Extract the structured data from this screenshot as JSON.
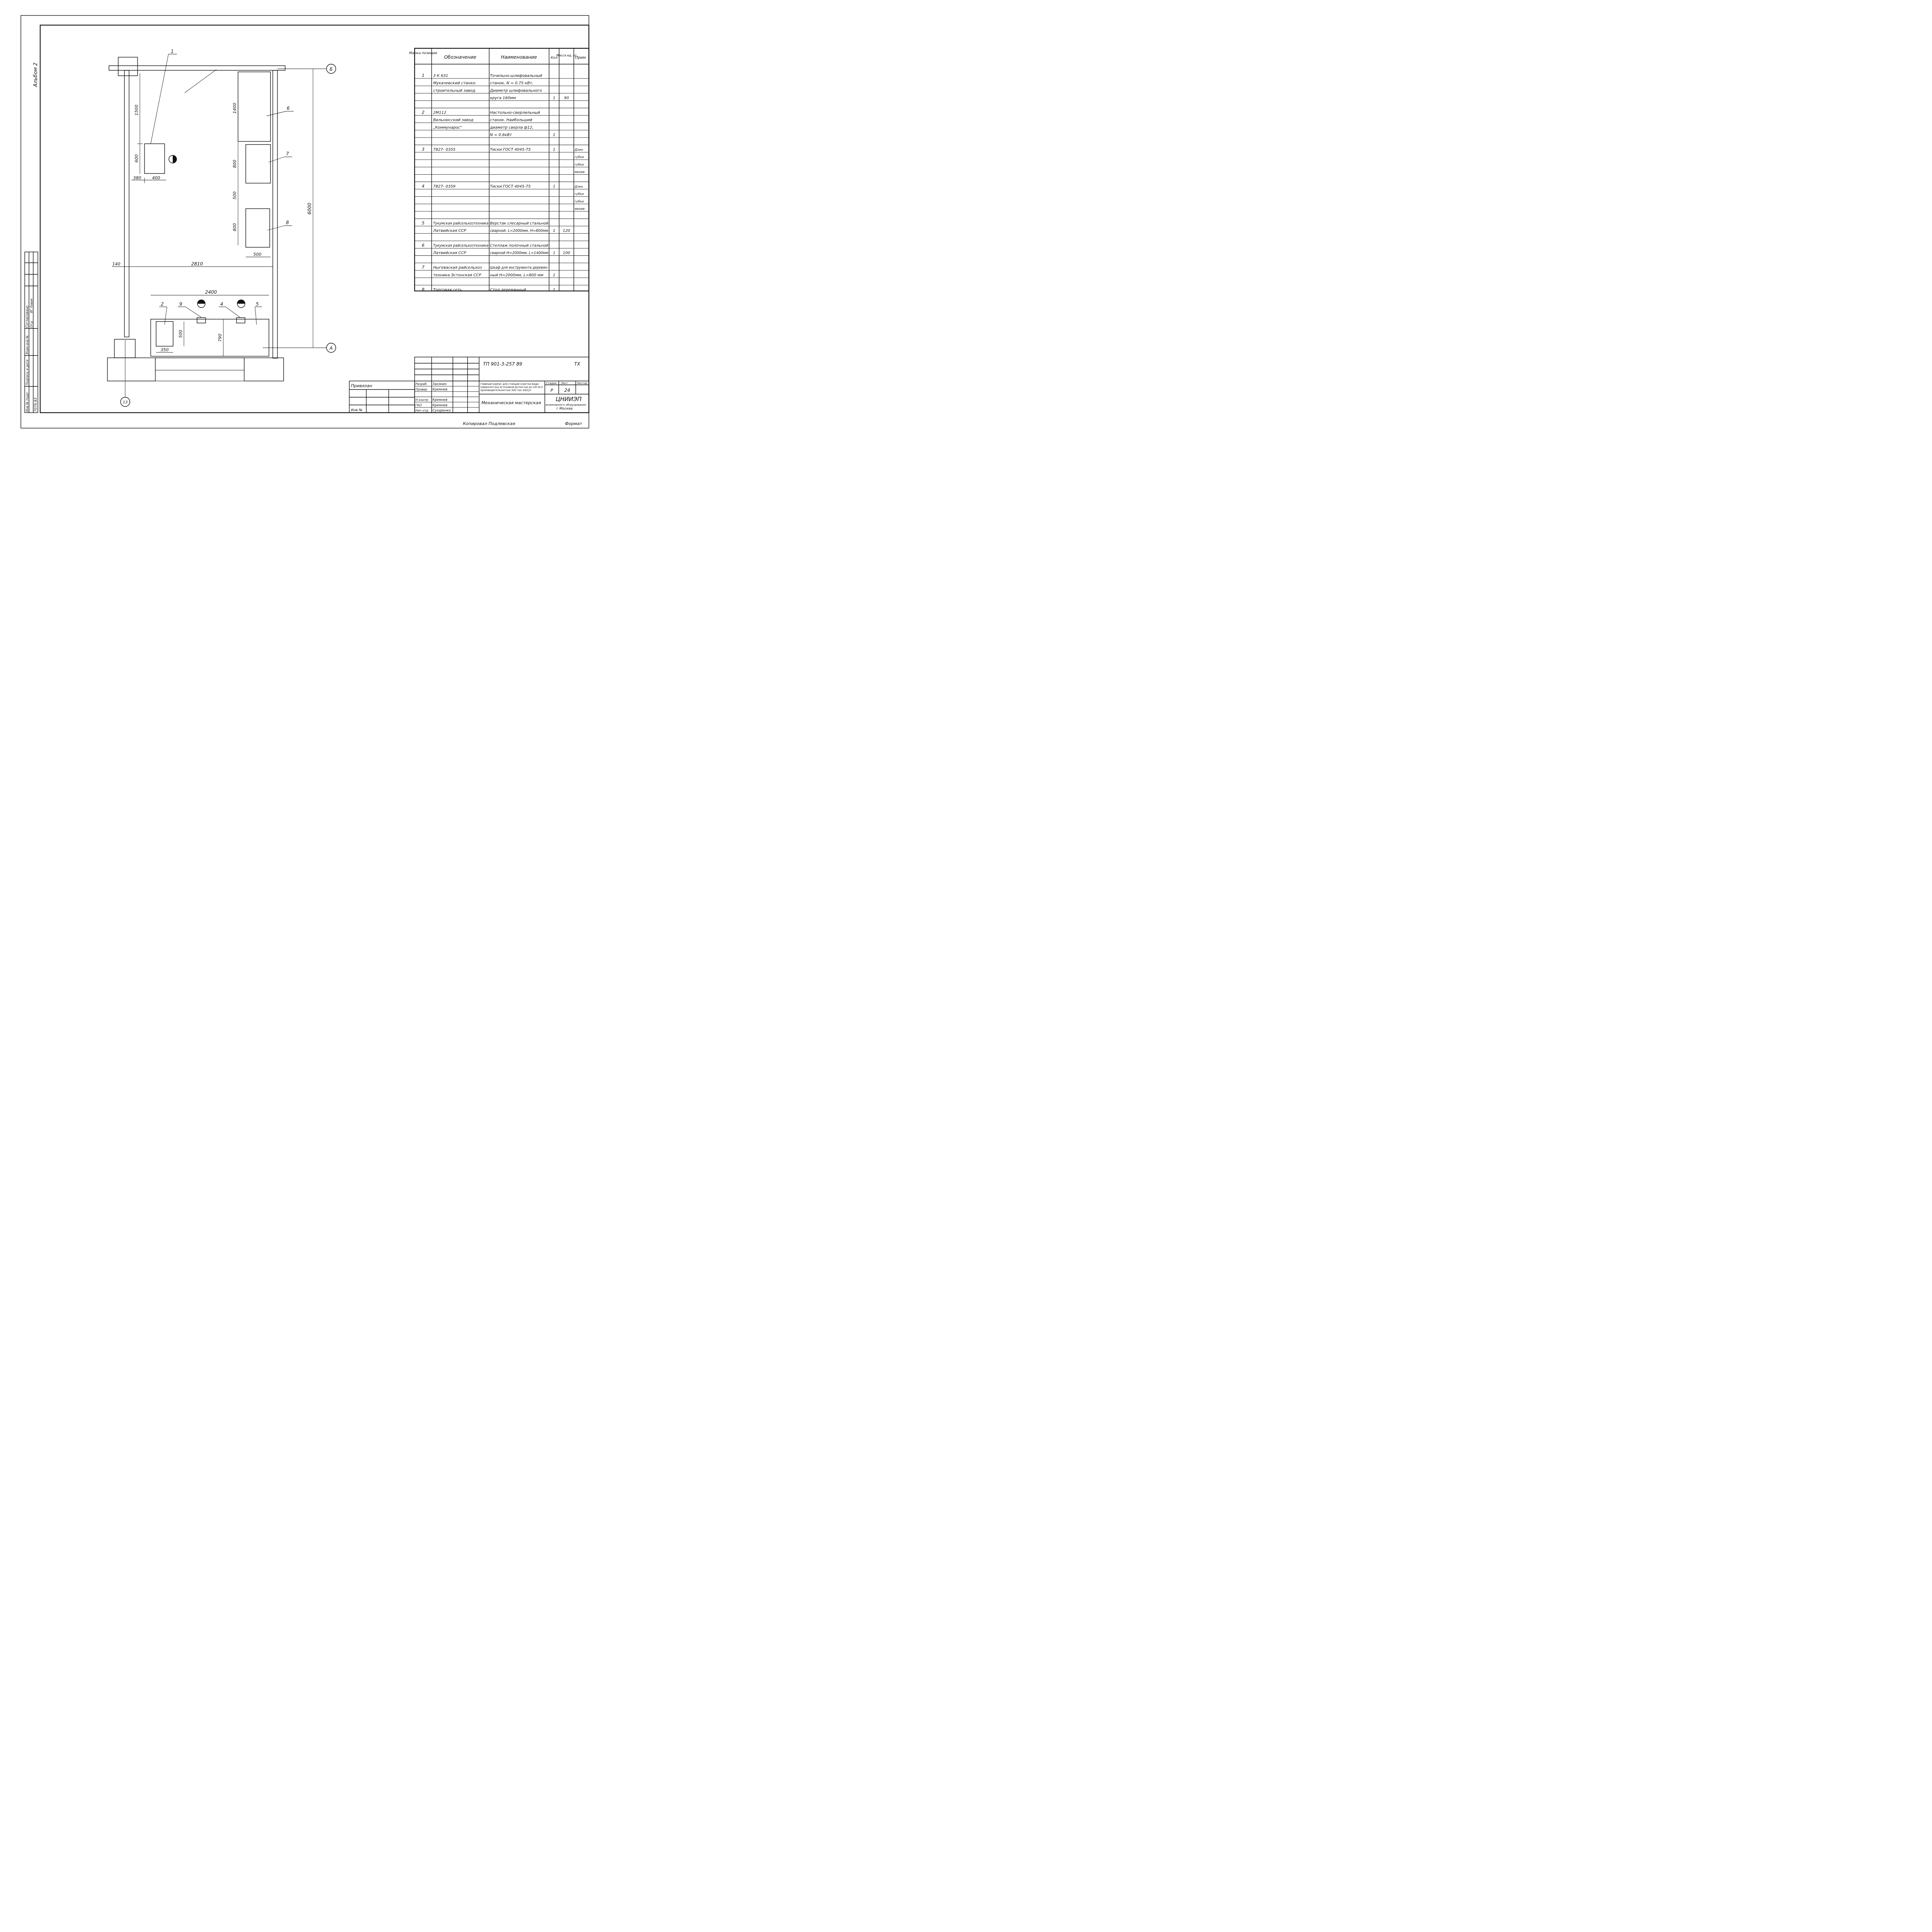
{
  "album": "Альбом 2",
  "plan": {
    "axes": {
      "b": "Б",
      "a": "А",
      "col": "13"
    },
    "leaders": [
      "1",
      "6",
      "7",
      "8",
      "2",
      "9",
      "4",
      "5"
    ],
    "dims": {
      "d1500": "1500",
      "d600": "600",
      "d380": "380",
      "d400": "400",
      "d1400": "1400",
      "d800a": "800",
      "d500": "500",
      "d800b": "800",
      "d500h": "500",
      "d6000": "6000",
      "d140": "140",
      "d2810": "2810",
      "d2400": "2400",
      "d500v": "500",
      "d790": "790",
      "d350": "350"
    }
  },
  "spec": {
    "headers": [
      "Марка позиции",
      "Обозначение",
      "Наименование",
      "Кол",
      "Масса ед, кг",
      "Прим"
    ],
    "rows": [
      [
        "1",
        "3 К 631",
        "Точильно-шлифовальный",
        "",
        "",
        ""
      ],
      [
        "",
        "Мукачевский станко-",
        "станок, N = 0.75 кВт,",
        "",
        "",
        ""
      ],
      [
        "",
        "строительный завод",
        "Диаметр шлифовального",
        "",
        "",
        ""
      ],
      [
        "",
        "",
        "круга 160мм",
        "1",
        "90",
        ""
      ],
      [
        "",
        "",
        "",
        "",
        "",
        ""
      ],
      [
        "2",
        "2М112",
        "Настольно-сверлильный",
        "",
        "",
        ""
      ],
      [
        "",
        "Вильнюсский завод",
        "станок. Наибольший",
        "",
        "",
        ""
      ],
      [
        "",
        "„Коммунарос\"",
        "диаметр сверла ф12,",
        "",
        "",
        ""
      ],
      [
        "",
        "",
        "N = 0.6кВт",
        "1",
        "",
        ""
      ],
      [
        "",
        "",
        "",
        "",
        "",
        ""
      ],
      [
        "3",
        "7827- 0355",
        "Тиски ГОСТ 4045-75",
        "1",
        "",
        "Длин"
      ],
      [
        "",
        "",
        "",
        "",
        "",
        "губки"
      ],
      [
        "",
        "",
        "",
        "",
        "",
        "губки"
      ],
      [
        "",
        "",
        "",
        "",
        "",
        "менее"
      ],
      [
        "",
        "",
        "",
        "",
        "",
        ""
      ],
      [
        "4",
        "7827- 0359",
        "Тиски ГОСТ 4045-75",
        "1",
        "",
        "Длин"
      ],
      [
        "",
        "",
        "",
        "",
        "",
        "губки"
      ],
      [
        "",
        "",
        "",
        "",
        "",
        "губки"
      ],
      [
        "",
        "",
        "",
        "",
        "",
        "менее"
      ],
      [
        "",
        "",
        "",
        "",
        "",
        ""
      ],
      [
        "5",
        "Тукумская райсельхозтехника",
        "Верстак слесарный стальной",
        "",
        "",
        ""
      ],
      [
        "",
        "Латвийская ССР",
        "сварной. L=2000мм, H=800мм",
        "1",
        "120",
        ""
      ],
      [
        "",
        "",
        "",
        "",
        "",
        ""
      ],
      [
        "6",
        "Тукумская райсельхозтехника",
        "Стеллаж полочный стальной",
        "",
        "",
        ""
      ],
      [
        "",
        "Латвийская ССР",
        "сварной H=2000мм, L=1400мм",
        "1",
        "100",
        ""
      ],
      [
        "",
        "",
        "",
        "",
        "",
        ""
      ],
      [
        "7",
        "Ныгеваская райсельхоз",
        "Шкаф для инструмента деревян-",
        "",
        "",
        ""
      ],
      [
        "",
        "техника Эстонская ССР",
        "ный H=2000мм, L=800 мм",
        "1",
        "",
        ""
      ],
      [
        "",
        "",
        "",
        "",
        "",
        ""
      ],
      [
        "8",
        "Торговая сеть",
        "Стол деревянный",
        "1",
        "",
        ""
      ]
    ]
  },
  "stamp": {
    "code": "ТП 901-3-257 89",
    "tx": "ТХ",
    "project": "Главный корпус для станции очистки воды поверхностных источников мутностью до 120 мг/л производительностью 320 тыс м3/сут",
    "sheet_name": "Механическая мастерская",
    "stage_h": "Стадия",
    "sheet_h": "Лист",
    "sheets_h": "Листов",
    "stage": "Р",
    "sheet": "24",
    "org": "ЦНИИЭП",
    "org2": "инженерного оборудования",
    "city": "г Москва",
    "roles": [
      {
        "role": "Разраб.",
        "name": "Заозкин"
      },
      {
        "role": "Провер",
        "name": "Кремнев"
      },
      {
        "role": "",
        "name": ""
      },
      {
        "role": "Н контр",
        "name": "Кремнев"
      },
      {
        "role": "ГКО",
        "name": "Кремнев"
      },
      {
        "role": "Нач отд",
        "name": "Сухаренко"
      }
    ],
    "privyazan": "Привязан",
    "inv": "Инв №"
  },
  "left_strip": {
    "agreed": "Согласовано",
    "dept": "Отд",
    "name": "ВГ Ловик",
    "inv_orig": "Инв № подл",
    "sign_date": "Подпись и дата",
    "inv_repl": "Взам инв №",
    "num": "7076.83"
  },
  "footer": {
    "copied": "Копировал Подлевская",
    "format": "Формат"
  }
}
